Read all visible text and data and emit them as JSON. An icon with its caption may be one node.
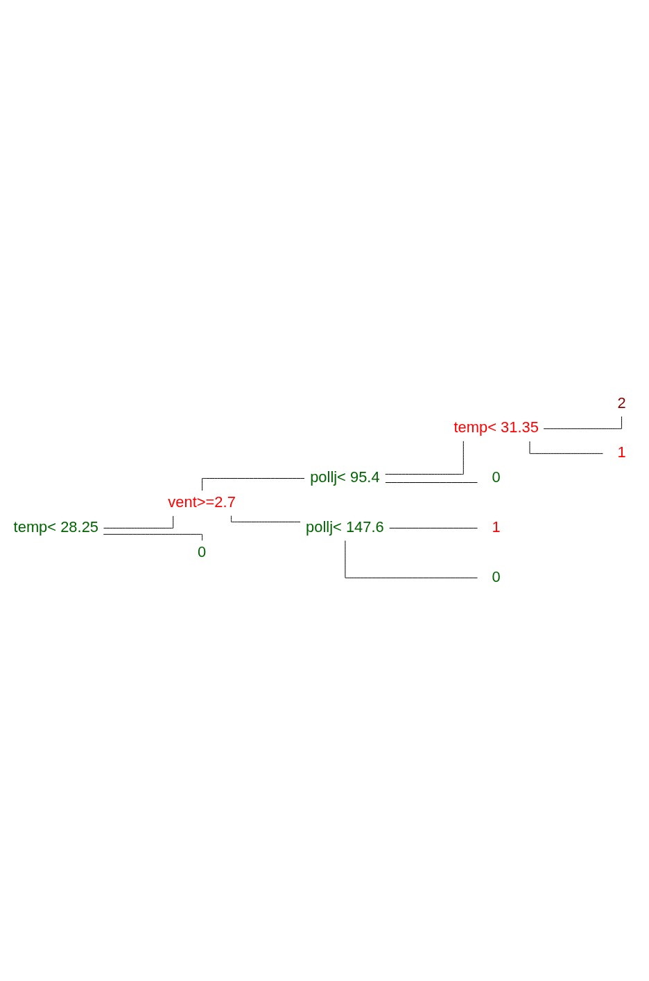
{
  "diagram": {
    "nodes": [
      {
        "text": [
          "temp< 28.25"
        ]
      },
      {
        "text": [
          "vent>=2.7"
        ]
      },
      {
        "text": [
          "pollj< 95.4"
        ]
      },
      {
        "text": [
          "temp< 31.35"
        ]
      },
      {
        "text": [
          "2"
        ]
      },
      {
        "text": [
          "1"
        ]
      },
      {
        "text": [
          "0"
        ]
      },
      {
        "text": [
          "pollj< 147.6"
        ]
      },
      {
        "text": [
          "1"
        ]
      },
      {
        "text": [
          "0"
        ]
      },
      {
        "text": [
          "0"
        ]
      }
    ],
    "edges": [
      {
        "from": 0,
        "to": 1,
        "arrow": "none"
      },
      {
        "from": 1,
        "to": 2,
        "arrow": "none"
      },
      {
        "from": 2,
        "to": 3,
        "arrow": "none"
      },
      {
        "from": 3,
        "to": 4,
        "arrow": "none"
      },
      {
        "from": 3,
        "to": 5,
        "arrow": "none"
      },
      {
        "from": 2,
        "to": 6,
        "arrow": "none"
      },
      {
        "from": 1,
        "to": 7,
        "arrow": "none"
      },
      {
        "from": 7,
        "to": 8,
        "arrow": "none"
      },
      {
        "from": 7,
        "to": 9,
        "arrow": "none"
      },
      {
        "from": 0,
        "to": 10,
        "arrow": "none"
      }
    ]
  }
}
